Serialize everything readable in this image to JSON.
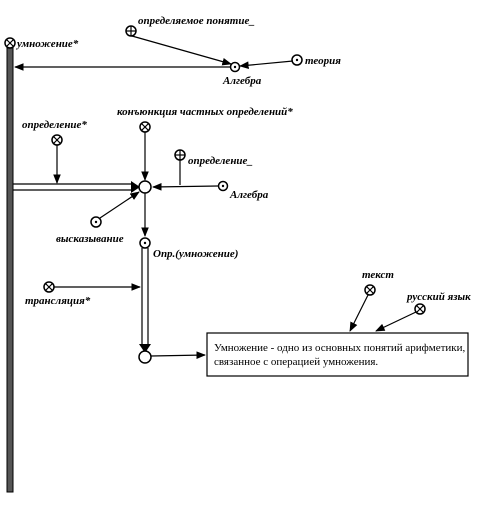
{
  "labels": {
    "umnozhenie": "умножение*",
    "opredelyaemoe": "определяемое понятие_",
    "teoriya": "теория",
    "algebra_top": "Алгебра",
    "opredelenie_star": "определение*",
    "konyunkciya": "конъюнкция частных определений*",
    "opredelenie_": "определение_",
    "algebra_mid": "Алгебра",
    "vyskazyvanie": "высказывание",
    "opr_umnozhenie": "Опр.(умножение)",
    "translyaciya": "трансляция*",
    "tekst": "текст",
    "russkiy": "русский язык"
  },
  "content_box": {
    "line1": "Умножение - одно из основных понятий арифметики,",
    "line2": "связанное с операцией умножения."
  }
}
